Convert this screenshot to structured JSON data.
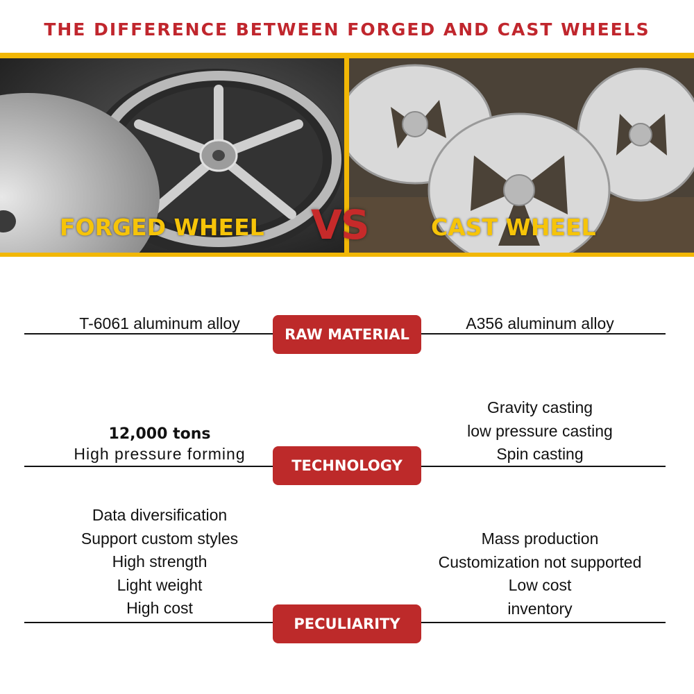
{
  "title": "THE DIFFERENCE BETWEEN FORGED AND CAST WHEELS",
  "colors": {
    "title_red": "#c0262d",
    "banner_yellow": "#f2b705",
    "badge_red": "#bd2a2a",
    "label_yellow": "#f6c409"
  },
  "hero": {
    "left_label": "FORGED WHEEL",
    "vs": "VS",
    "right_label": "CAST WHEEL"
  },
  "rows": {
    "raw_material": {
      "badge": "RAW MATERIAL",
      "left": "T-6061 aluminum alloy",
      "right": "A356 aluminum alloy"
    },
    "technology": {
      "badge": "TECHNOLOGY",
      "left_heading": "12,000 tons",
      "left_line": "High pressure forming",
      "right_lines": [
        "Gravity casting",
        "low pressure casting",
        "Spin casting"
      ]
    },
    "peculiarity": {
      "badge": "PECULIARITY",
      "left_lines": [
        "Data diversification",
        "Support custom styles",
        "High strength",
        "Light weight",
        "High cost"
      ],
      "right_lines": [
        "Mass production",
        "Customization not supported",
        "Low cost",
        "inventory"
      ]
    }
  }
}
